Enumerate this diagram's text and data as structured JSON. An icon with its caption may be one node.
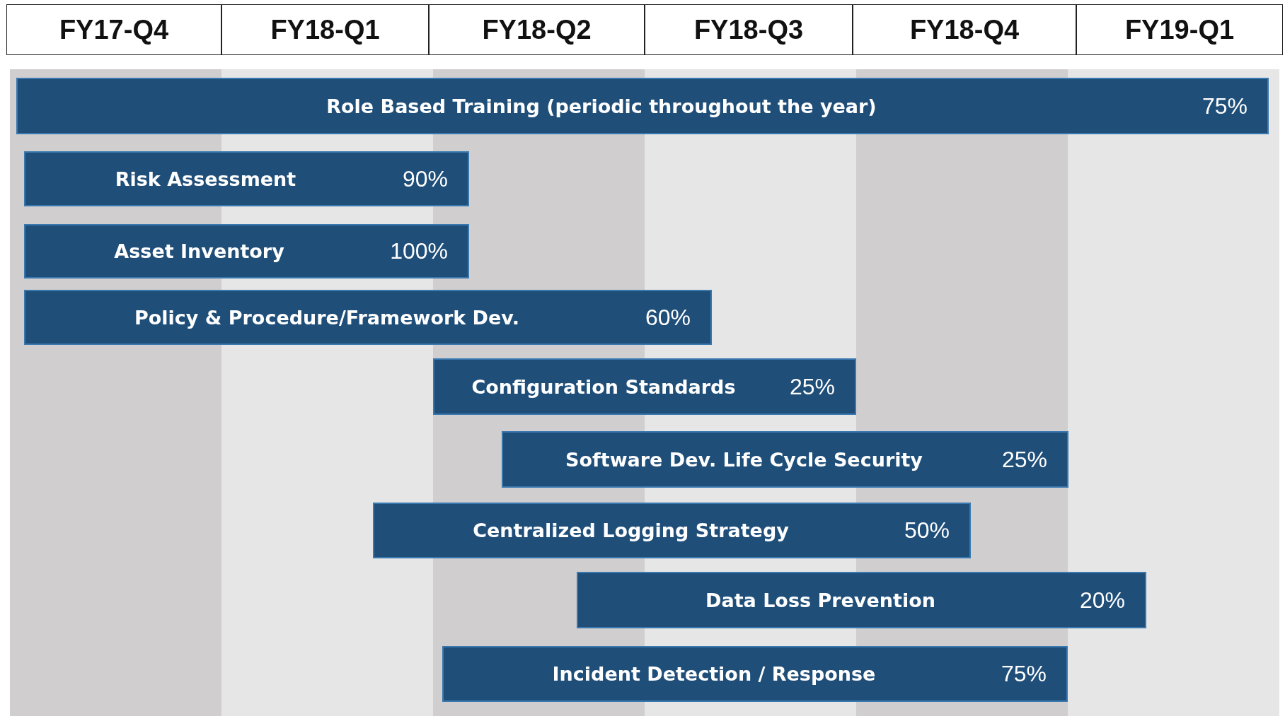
{
  "diagram": {
    "nodes": [
      {
        "text": [
          "FY17-Q4"
        ]
      },
      {
        "text": [
          "FY18-Q1"
        ]
      },
      {
        "text": [
          "FY18-Q2"
        ]
      },
      {
        "text": [
          "FY18-Q3"
        ]
      },
      {
        "text": [
          "FY18-Q4"
        ]
      },
      {
        "text": [
          "FY19-Q1"
        ]
      },
      {
        "text": [
          "Role Based Training (periodic throughout the year)",
          "75%"
        ]
      },
      {
        "text": [
          "Risk Assessment",
          "90%"
        ]
      },
      {
        "text": [
          "Asset Inventory",
          "100%"
        ]
      },
      {
        "text": [
          "Policy & Procedure/Framework Dev.",
          "60%"
        ]
      },
      {
        "text": [
          "Configuration Standards",
          "25%"
        ]
      },
      {
        "text": [
          "Software Dev. Life Cycle Security",
          "25%"
        ]
      },
      {
        "text": [
          "Centralized Logging Strategy",
          "50%"
        ]
      },
      {
        "text": [
          "Data Loss Prevention",
          "20%"
        ]
      },
      {
        "text": [
          "Incident Detection / Response",
          "75%"
        ]
      }
    ]
  }
}
